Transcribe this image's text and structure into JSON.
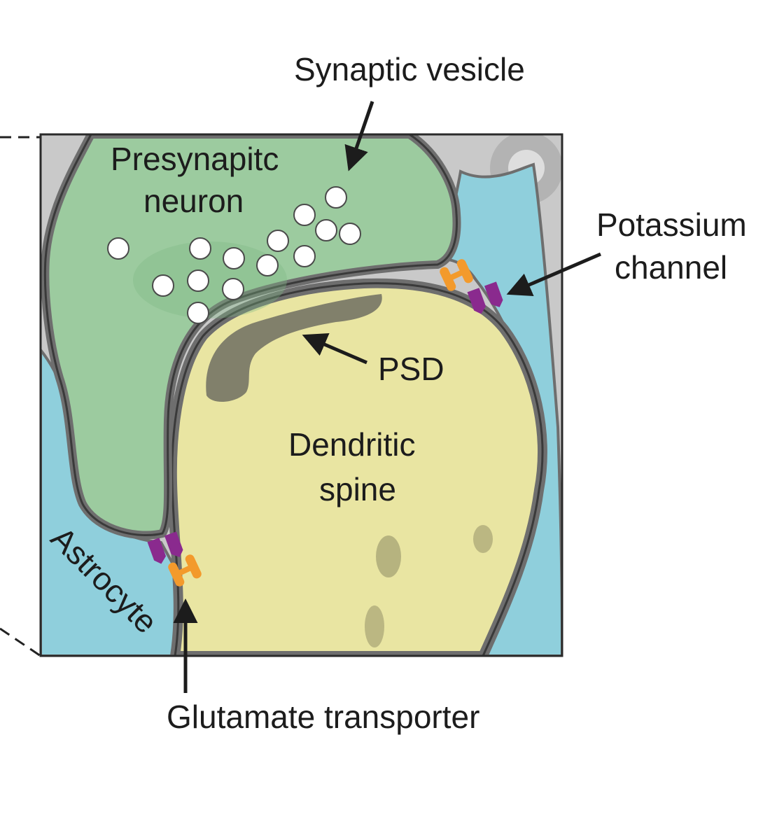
{
  "labels": {
    "synaptic_vesicle": "Synaptic vesicle",
    "presynaptic_line1": "Presynapitc",
    "presynaptic_line2": "neuron",
    "potassium_line1": "Potassium",
    "potassium_line2": "channel",
    "psd": "PSD",
    "dendritic_line1": "Dendritic",
    "dendritic_line2": "spine",
    "astrocyte": "Astrocyte",
    "glutamate_transporter": "Glutamate transporter"
  },
  "colors": {
    "presynaptic": "#9ccb9f",
    "dendritic_spine": "#e9e5a2",
    "astrocyte": "#8fcfdc",
    "membrane": "#6e6e6e",
    "background_tissue": "#c9c9c9",
    "psd": "#6f6f62",
    "vesicle": "#ffffff",
    "glutamate_transporter": "#f39a2c",
    "potassium_channel": "#8a2a8e"
  }
}
